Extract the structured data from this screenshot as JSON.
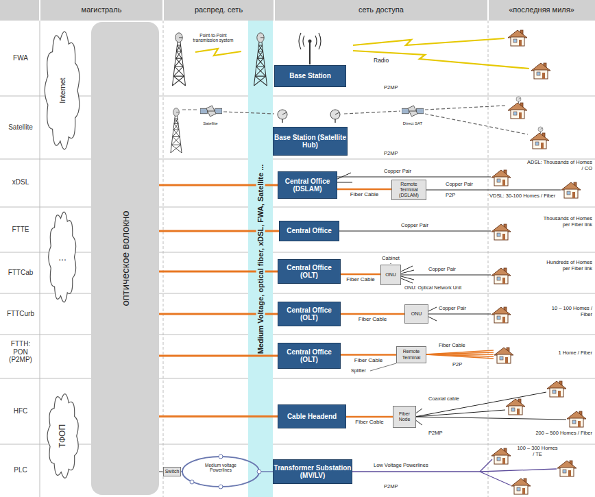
{
  "diagram": {
    "nodes": [
      {
        "text": [
          "Internet"
        ]
      },
      {
        "text": [
          "..."
        ]
      },
      {
        "text": [
          "ТФОП"
        ]
      },
      {
        "text": [
          "оптическое волокно"
        ]
      },
      {
        "text": [
          "Medium Voltage, optical fiber, xDSL, FWA, Satellite ..."
        ]
      },
      {
        "text": [
          "Base Station"
        ]
      },
      {
        "text": [
          "Base Station (Satellite Hub)"
        ]
      },
      {
        "text": [
          "Central Office (DSLAM)"
        ]
      },
      {
        "text": [
          "Remote Terminal (DSLAM)"
        ]
      },
      {
        "text": [
          "Central Office"
        ]
      },
      {
        "text": [
          "Central Office (OLT)"
        ]
      },
      {
        "text": [
          "ONU"
        ]
      },
      {
        "text": [
          "Central Office (OLT)"
        ]
      },
      {
        "text": [
          "ONU"
        ]
      },
      {
        "text": [
          "Central Office (OLT)"
        ]
      },
      {
        "text": [
          "Remote Terminal"
        ]
      },
      {
        "text": [
          "Cable Headend"
        ]
      },
      {
        "text": [
          "Fiber Node"
        ]
      },
      {
        "text": [
          "Switch"
        ]
      },
      {
        "text": [
          "Transformer Substation (MV/LV)"
        ]
      }
    ],
    "edges": [
      {
        "from": 3,
        "to": 7,
        "arrow": "none"
      },
      {
        "from": 3,
        "to": 9,
        "arrow": "none"
      },
      {
        "from": 3,
        "to": 10,
        "arrow": "none"
      },
      {
        "from": 3,
        "to": 12,
        "arrow": "none"
      },
      {
        "from": 3,
        "to": 14,
        "arrow": "none"
      },
      {
        "from": 3,
        "to": 16,
        "arrow": "none"
      },
      {
        "from": 7,
        "to": 8,
        "label": "Fiber Cable",
        "arrow": "none"
      },
      {
        "from": 10,
        "to": 11,
        "label": "Fiber Cable",
        "arrow": "none"
      },
      {
        "from": 12,
        "to": 13,
        "label": "Fiber Cable",
        "arrow": "none"
      },
      {
        "from": 14,
        "to": 15,
        "label": "Fiber Cable",
        "arrow": "none"
      },
      {
        "from": 16,
        "to": 17,
        "label": "Fiber Cable",
        "arrow": "none"
      },
      {
        "from": 3,
        "to": 18,
        "arrow": "none"
      }
    ],
    "labels": [
      "магистраль",
      "распред. сеть",
      "сеть доступа",
      "«последняя миля»",
      "FWA",
      "Satellite",
      "xDSL",
      "FTTE",
      "FTTCab",
      "FTTCurb",
      "FTTH: PON (P2MP)",
      "HFC",
      "PLC",
      "Point-to-Point transmission system",
      "Radio",
      "P2MP",
      "Satellite",
      "Direct SAT",
      "P2MP",
      "Copper Pair",
      "ADSL: Thousands of Homes / CO",
      "Copper Pair",
      "P2P",
      "VDSL: 30-100 Homes / Fiber",
      "Copper Pair",
      "Thousands of Homes per Fiber link",
      "Cabinet",
      "Copper Pair",
      "Hundreds of Homes per Fiber link",
      "ONU: Optical Network Unit",
      "Copper Pair",
      "10 – 100 Homes / Fiber",
      "Splitter",
      "Fiber Cable",
      "P2P",
      "1 Home / Fiber",
      "Coaxial cable",
      "P2MP",
      "200 – 500 Homes / Fiber",
      "100 – 300 Homes / TE",
      "Medium voltage Powerlines",
      "Low Voltage Powerlines",
      "P2MP"
    ]
  }
}
